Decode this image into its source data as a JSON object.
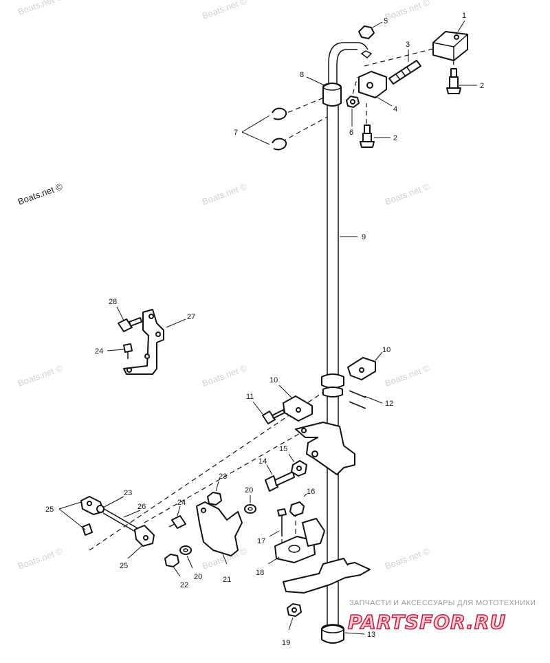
{
  "watermark": "Boats.net ©",
  "brand": {
    "tagline": "ЗАПЧАСТИ И АКСЕССУАРЫ ДЛЯ МОТОТЕХНИКИ",
    "logo": "PARTSFOR.RU"
  },
  "callouts": {
    "c1": "1",
    "c2a": "2",
    "c2b": "2",
    "c3": "3",
    "c4": "4",
    "c5": "5",
    "c6": "6",
    "c7": "7",
    "c8": "8",
    "c9": "9",
    "c10a": "10",
    "c10b": "10",
    "c11": "11",
    "c12": "12",
    "c13": "13",
    "c14": "14",
    "c15": "15",
    "c16": "16",
    "c17": "17",
    "c18": "18",
    "c19": "19",
    "c20a": "20",
    "c20b": "20",
    "c21": "21",
    "c22": "22",
    "c23a": "23",
    "c23b": "23",
    "c24a": "24",
    "c24b": "24",
    "c25a": "25",
    "c25b": "25",
    "c26": "26",
    "c27": "27",
    "c28": "28"
  }
}
